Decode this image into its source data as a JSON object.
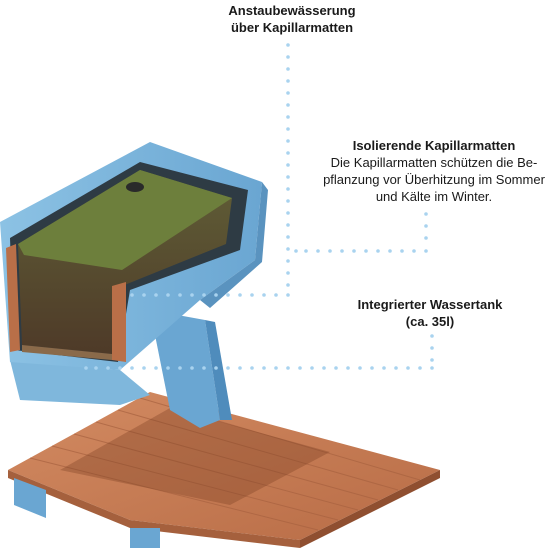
{
  "callouts": [
    {
      "title_line1": "Anstaubewässerung",
      "title_line2": "über Kapillarmatten"
    },
    {
      "title": "Isolierende Kapillarmatten",
      "desc_line1": "Die Kapillarmatten schützen die Be-",
      "desc_line2": "pflanzung vor Überhitzung im Sommer",
      "desc_line3": "und Kälte im Winter."
    },
    {
      "title_line1": "Integrierter Wassertank",
      "title_line2": "(ca. 35l)"
    }
  ],
  "colors": {
    "planter_blue": "#7fb7dc",
    "planter_blue_dark": "#5a93bf",
    "soil": "#5b4632",
    "grass": "#6b7d3a",
    "wood": "#c9805a",
    "wood_dark": "#a5603d",
    "dots": "#a9d3ef"
  }
}
